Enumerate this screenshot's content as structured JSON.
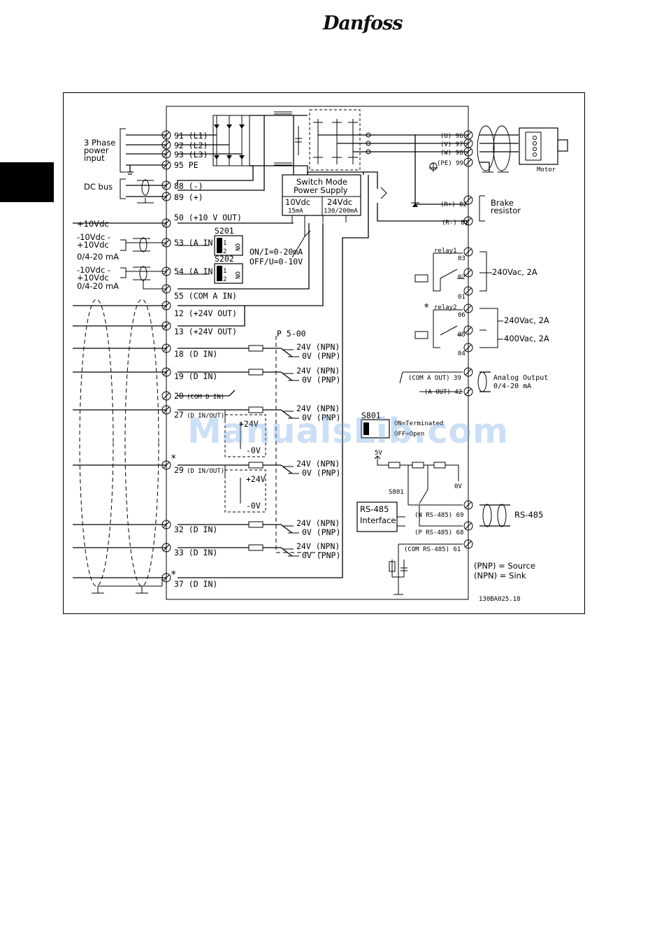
{
  "header": {
    "logo_text": "Danfoss"
  },
  "diagram": {
    "left_labels": {
      "three_phase": [
        "3 Phase",
        "power",
        "input"
      ],
      "dc_bus": "DC bus",
      "plus10": "+10Vdc",
      "in53": [
        "-10Vdc -",
        "+10Vdc",
        "0/4-20 mA"
      ],
      "in54": [
        "-10Vdc -",
        "+10Vdc",
        "0/4-20 mA"
      ]
    },
    "terminals": [
      "91  (L1)",
      "92  (L2)",
      "93  (L3)",
      "95  PE",
      "88  (-)",
      "89  (+)",
      "50  (+10 V OUT)",
      "53  (A IN)",
      "54  (A IN)",
      "55  (COM A IN)",
      "12  (+24V OUT)",
      "13  (+24V OUT)",
      "18  (D IN)",
      "19  (D IN)",
      "20",
      "27",
      "29",
      "32  (D IN)",
      "33  (D IN)",
      "37  (D IN)"
    ],
    "small_term": {
      "t20": "(COM D IN)",
      "t27": "(D IN/OUT)",
      "t29": "(D IN/OUT)"
    },
    "smps": {
      "title1": "Switch Mode",
      "title2": "Power Supply",
      "v1": "10Vdc",
      "i1": "15mA",
      "v2": "24Vdc",
      "i2": "130/200mA"
    },
    "switches": {
      "s201": "S201",
      "s202": "S202",
      "on": "ON",
      "one": "1",
      "two": "2",
      "on_i": "ON/I=0-20mA",
      "off_u": "OFF/U=0-10V"
    },
    "param": "P 5-00",
    "npn": "24V (NPN)",
    "pnp": "0V (PNP)",
    "p24": "+24V",
    "m0v": "-0V",
    "motor_terms": [
      "(U) 96",
      "(V) 97",
      "(W) 98",
      "(PE) 99"
    ],
    "motor": "Motor",
    "brake_terms": [
      "(R+) 82",
      "(R-) 81"
    ],
    "brake": [
      "Brake",
      "resistor"
    ],
    "relay1": "relay1",
    "relay2": "relay2",
    "relay_terms": [
      "03",
      "02",
      "01",
      "06",
      "05",
      "04"
    ],
    "relay_ratings": [
      "240Vac, 2A",
      "240Vac, 2A",
      "400Vac, 2A"
    ],
    "analog_terms": [
      "(COM A OUT) 39",
      "(A OUT) 42"
    ],
    "analog_label": [
      "Analog Output",
      "0/4-20 mA"
    ],
    "s801": "S801",
    "s801_text": [
      "ON=Terminated",
      "OFF=Open"
    ],
    "v5": "5V",
    "v0": "0V",
    "rs485_box": [
      "RS-485",
      "Interface"
    ],
    "rs485_terms": [
      "(N RS-485) 69",
      "(P RS-485) 68",
      "(COM RS-485) 61"
    ],
    "rs485_label": "RS-485",
    "legend": [
      "(PNP) = Source",
      "(NPN) = Sink"
    ],
    "star": "*",
    "code": "130BA025.18"
  },
  "watermark": "ManualsLib.com"
}
